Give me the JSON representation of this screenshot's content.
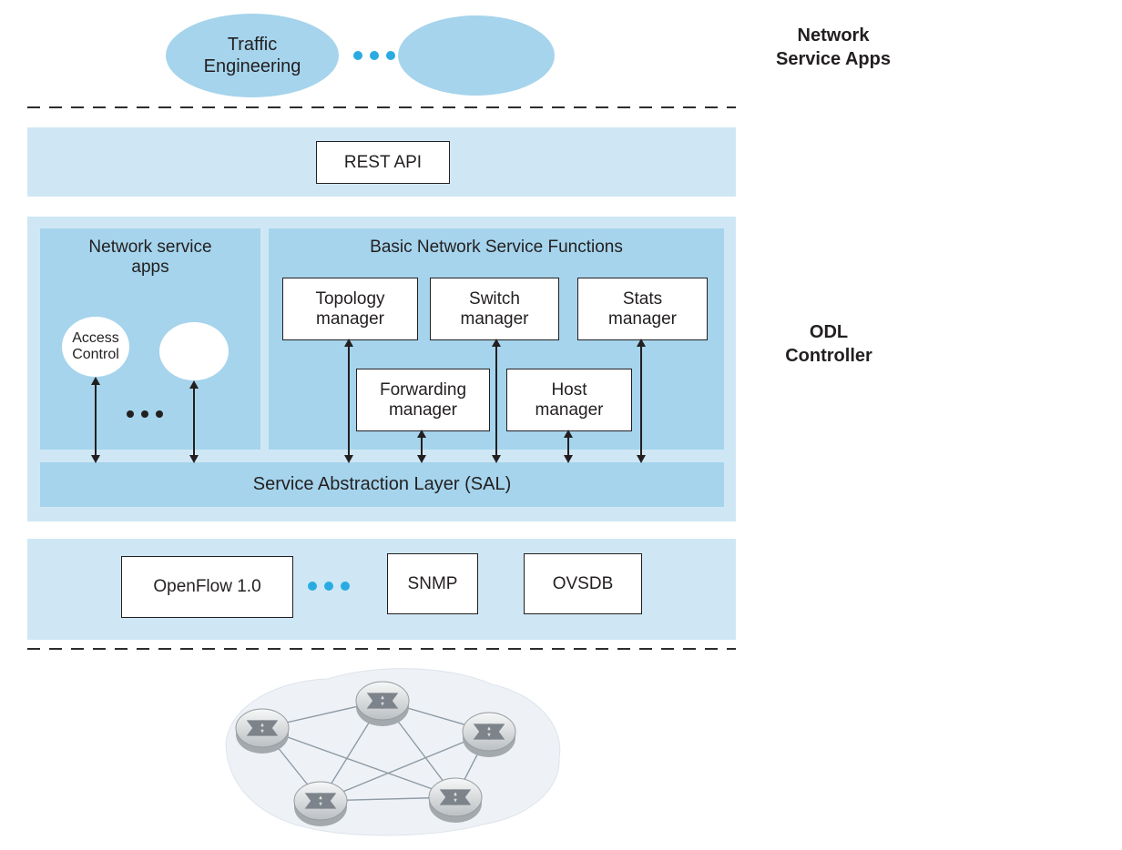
{
  "colors": {
    "band_blue": "#cfe7f5",
    "box_blue": "#a5d4ec",
    "dot_blue": "#29abe2",
    "text_dark": "#231f20",
    "router_gray": "#c9ccce"
  },
  "top": {
    "app1": "Traffic\nEngineering",
    "right_label": "Network\nService Apps"
  },
  "rest_api_label": "REST API",
  "odl": {
    "right_label": "ODL\nController",
    "nsa_title": "Network service\napps",
    "access_control": "Access\nControl",
    "bnsf_title": "Basic Network Service Functions",
    "managers_row1": [
      "Topology\nmanager",
      "Switch\nmanager",
      "Stats\nmanager"
    ],
    "managers_row2": [
      "Forwarding\nmanager",
      "Host\nmanager"
    ],
    "sal_label": "Service Abstraction Layer (SAL)"
  },
  "southbound": {
    "protocols": [
      "OpenFlow 1.0",
      "SNMP",
      "OVSDB"
    ]
  }
}
